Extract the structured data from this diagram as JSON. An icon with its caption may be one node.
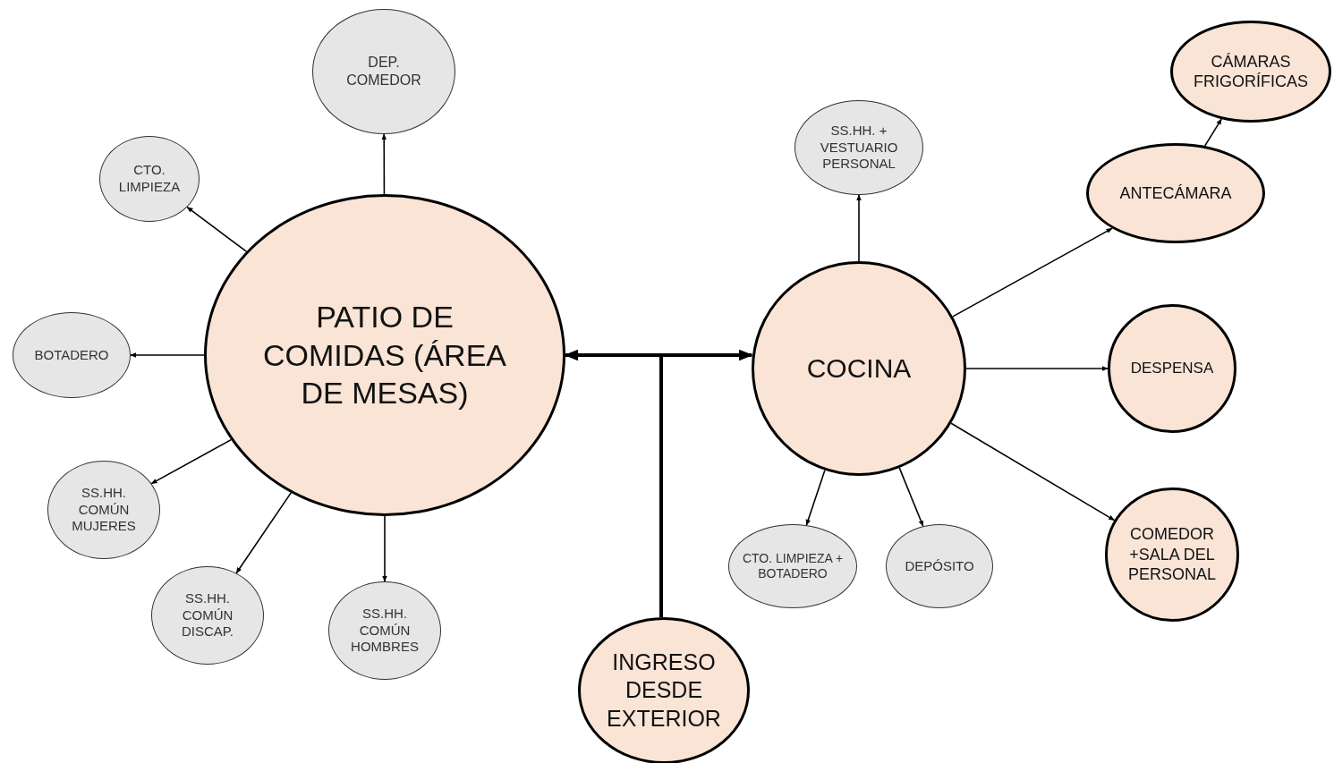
{
  "diagram": {
    "nodes": [
      {
        "text": [
          "PATIO DE COMIDAS (ÁREA DE MESAS)"
        ]
      },
      {
        "text": [
          "DEP. COMEDOR"
        ]
      },
      {
        "text": [
          "CTO. LIMPIEZA"
        ]
      },
      {
        "text": [
          "BOTADERO"
        ]
      },
      {
        "text": [
          "SS.HH. COMÚN MUJERES"
        ]
      },
      {
        "text": [
          "SS.HH. COMÚN DISCAP."
        ]
      },
      {
        "text": [
          "SS.HH. COMÚN HOMBRES"
        ]
      },
      {
        "text": [
          "COCINA"
        ]
      },
      {
        "text": [
          "SS.HH. + VESTUARIO PERSONAL"
        ]
      },
      {
        "text": [
          "ANTECÁMARA"
        ]
      },
      {
        "text": [
          "CÁMARAS FRIGORÍFICAS"
        ]
      },
      {
        "text": [
          "DESPENSA"
        ]
      },
      {
        "text": [
          "COMEDOR +SALA DEL PERSONAL"
        ]
      },
      {
        "text": [
          "CTO. LIMPIEZA + BOTADERO"
        ]
      },
      {
        "text": [
          "DEPÓSITO"
        ]
      },
      {
        "text": [
          "INGRESO DESDE EXTERIOR"
        ]
      }
    ],
    "edges": [
      {
        "from": 15,
        "to": 0,
        "arrow": "to",
        "style": "thick"
      },
      {
        "from": 15,
        "to": 7,
        "arrow": "to",
        "style": "thick"
      },
      {
        "from": 0,
        "to": 1,
        "arrow": "to"
      },
      {
        "from": 0,
        "to": 2,
        "arrow": "to"
      },
      {
        "from": 0,
        "to": 3,
        "arrow": "to"
      },
      {
        "from": 0,
        "to": 4,
        "arrow": "to"
      },
      {
        "from": 0,
        "to": 5,
        "arrow": "to"
      },
      {
        "from": 0,
        "to": 6,
        "arrow": "to"
      },
      {
        "from": 7,
        "to": 8,
        "arrow": "to"
      },
      {
        "from": 7,
        "to": 9,
        "arrow": "to"
      },
      {
        "from": 9,
        "to": 10,
        "arrow": "to"
      },
      {
        "from": 7,
        "to": 11,
        "arrow": "to"
      },
      {
        "from": 7,
        "to": 12,
        "arrow": "to"
      },
      {
        "from": 7,
        "to": 13,
        "arrow": "to"
      },
      {
        "from": 7,
        "to": 14,
        "arrow": "to"
      }
    ]
  }
}
